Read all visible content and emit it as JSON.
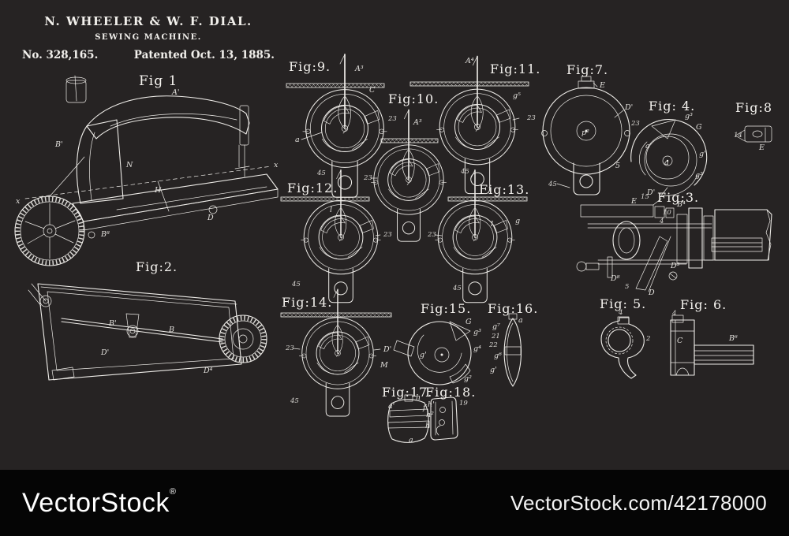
{
  "header": {
    "inventors": "N. WHEELER & W. F. DIAL.",
    "subject": "SEWING MACHINE.",
    "patent_number": "No. 328,165.",
    "patent_date": "Patented Oct. 13, 1885."
  },
  "figures": {
    "fig1": {
      "label": "Fig 1"
    },
    "fig2": {
      "label": "Fig:2."
    },
    "fig3": {
      "label": "Fig:3."
    },
    "fig4": {
      "label": "Fig: 4."
    },
    "fig5": {
      "label": "Fig: 5."
    },
    "fig6": {
      "label": "Fig: 6."
    },
    "fig7": {
      "label": "Fig:7."
    },
    "fig8": {
      "label": "Fig:8"
    },
    "fig9": {
      "label": "Fig:9."
    },
    "fig10": {
      "label": "Fig:10."
    },
    "fig11": {
      "label": "Fig:11."
    },
    "fig12": {
      "label": "Fig:12."
    },
    "fig13": {
      "label": "Fig:13."
    },
    "fig14": {
      "label": "Fig:14."
    },
    "fig15": {
      "label": "Fig:15."
    },
    "fig16": {
      "label": "Fig:16."
    },
    "fig17": {
      "label": "Fig:17."
    },
    "fig18": {
      "label": "Fig:18."
    }
  },
  "annotations": {
    "fig1": [
      "A'",
      "B'",
      "N",
      "H",
      "x",
      "x",
      "D",
      "B⁸"
    ],
    "fig2": [
      "B'",
      "D'",
      "B",
      "D⁴"
    ],
    "fig3": [
      "E",
      "15",
      "D'",
      "B⁴",
      "10",
      "4",
      "D³",
      "D⁸",
      "5",
      "D"
    ],
    "fig4": [
      "g³",
      "G",
      "a'",
      "a",
      "g'",
      "g²"
    ],
    "fig5": [
      "4",
      "2"
    ],
    "fig6": [
      "4",
      "C",
      "B⁶"
    ],
    "fig7": [
      "E",
      "D'",
      "23",
      "45",
      "p²",
      "5"
    ],
    "fig8": [
      "14",
      "E"
    ],
    "fig9": [
      "A³",
      "C",
      "a",
      "23",
      "45"
    ],
    "fig10": [
      "A³",
      "23"
    ],
    "fig11": [
      "A⁴",
      "g⁵",
      "23",
      "45"
    ],
    "fig12": [
      "l",
      "23",
      "45"
    ],
    "fig13": [
      "l",
      "g",
      "23",
      "45"
    ],
    "fig14": [
      "23",
      "D'",
      "M",
      "45"
    ],
    "fig15": [
      "G",
      "g³",
      "g⁴",
      "g²",
      "g'"
    ],
    "fig16": [
      "a",
      "g⁷",
      "21",
      "22",
      "g⁶",
      "g'"
    ],
    "fig17": [
      "h",
      "a'",
      "f",
      "a"
    ],
    "fig18": [
      "h'",
      "h²",
      "h",
      "19"
    ]
  },
  "watermark": {
    "brand": "VectorStock",
    "registered": "®",
    "credit": "VectorStock.com/42178000"
  },
  "colors": {
    "artwork_background": "#262323",
    "line": "#efede9",
    "footer_background": "#050505",
    "watermark_text": "#ffffff"
  }
}
